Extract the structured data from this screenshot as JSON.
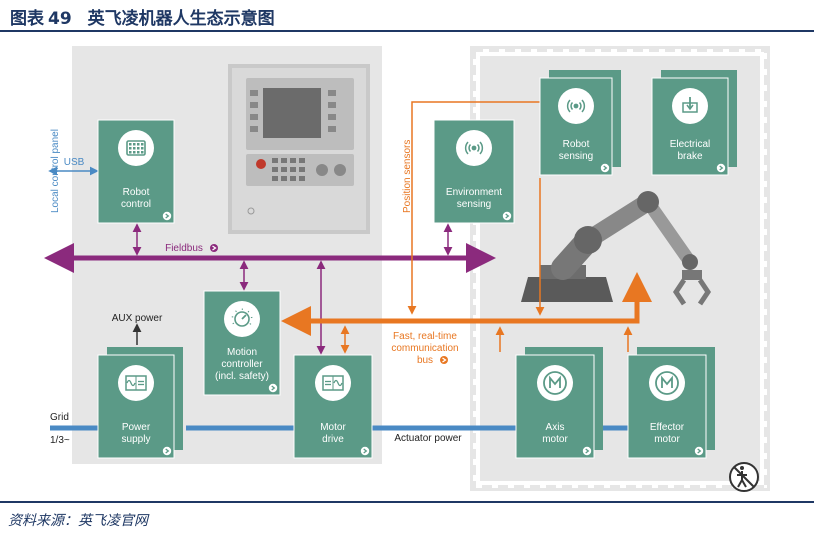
{
  "header": {
    "figure_label": "图表",
    "figure_number": "49",
    "title": "英飞凌机器人生态示意图"
  },
  "source": "资料来源：英飞凌官网",
  "diagram": {
    "local_panel": "Local control panel",
    "usb": "USB",
    "fieldbus": "Fieldbus",
    "aux_power": "AUX power",
    "grid": "Grid",
    "grid_phase": "1/3~",
    "actuator_power": "Actuator power",
    "position_sensors": "Position sensors",
    "comm_bus": [
      "Fast, real-time",
      "communication",
      "bus"
    ],
    "cards": {
      "robot_control": [
        "Robot",
        "control"
      ],
      "environment_sensing": [
        "Environment",
        "sensing"
      ],
      "robot_sensing": [
        "Robot",
        "sensing"
      ],
      "electrical_brake": [
        "Electrical",
        "brake"
      ],
      "motion_controller": [
        "Motion",
        "controller",
        "(incl. safety)"
      ],
      "power_supply": [
        "Power",
        "supply"
      ],
      "motor_drive": [
        "Motor",
        "drive"
      ],
      "axis_motor": [
        "Axis",
        "motor"
      ],
      "effector_motor": [
        "Effector",
        "motor"
      ]
    },
    "colors": {
      "card": "#5b9a87",
      "fieldbus": "#8b2a7d",
      "comm_bus": "#e87722",
      "power_line": "#4a8ac4",
      "zone": "#e6e6e6"
    }
  }
}
